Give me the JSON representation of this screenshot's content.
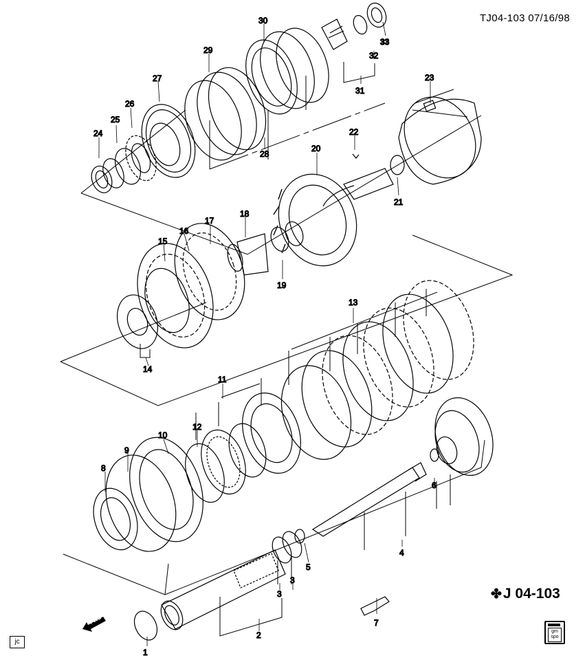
{
  "header": {
    "doc_id": "TJ04-103  07/16/98"
  },
  "footer": {
    "catalog_code": "J 04-103",
    "corner_mark": "jc",
    "fwd_label": "FWD",
    "gm_badge": "gm spo"
  },
  "callouts": [
    "1",
    "2",
    "3",
    "3",
    "4",
    "5",
    "6",
    "7",
    "8",
    "9",
    "10",
    "11",
    "12",
    "13",
    "14",
    "15",
    "16",
    "17",
    "18",
    "19",
    "20",
    "21",
    "22",
    "23",
    "24",
    "25",
    "26",
    "27",
    "28",
    "29",
    "30",
    "31",
    "32",
    "33"
  ]
}
